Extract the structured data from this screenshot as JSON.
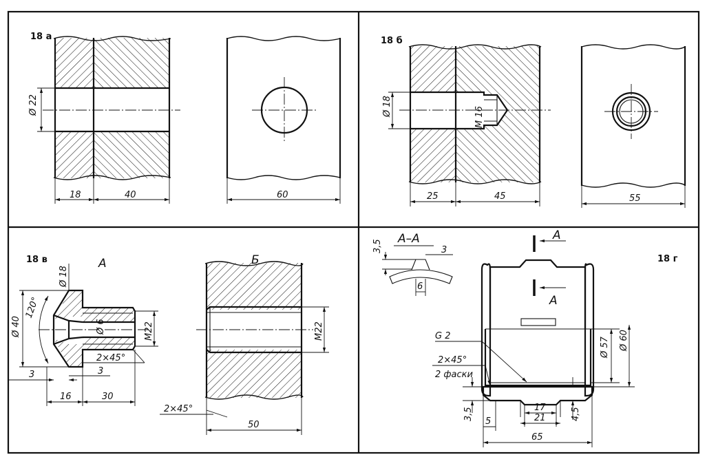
{
  "panels": {
    "a": {
      "label": "18 а",
      "d1": "Ø 22",
      "l1": "18",
      "l2": "40",
      "w": "60"
    },
    "b": {
      "label": "18 б",
      "d1": "Ø 18",
      "thread": "М 16",
      "l1": "25",
      "l2": "45",
      "w": "55"
    },
    "v": {
      "label": "18 в",
      "partA": "А",
      "partB": "Б",
      "d18": "Ø 18",
      "d40": "Ø 40",
      "ang": "120°",
      "d6": "Ø 6",
      "m22a": "М22",
      "ch1": "2×45°",
      "s3a": "3",
      "s3b": "3",
      "l16": "16",
      "l30": "30",
      "m22b": "М22",
      "ch2": "2×45°",
      "l50": "50"
    },
    "g": {
      "label": "18 г",
      "sec": "А–А",
      "h35": "3,5",
      "t3": "3",
      "t6": "6",
      "cutA1": "А",
      "cutA2": "А",
      "thread": "G 2",
      "ch": "2×45°",
      "ch2": "2 фаски",
      "d57": "Ø 57",
      "d60": "Ø 60",
      "b35": "3,5",
      "b5": "5",
      "b17": "17",
      "b21": "21",
      "b45": "4,5",
      "b65": "65"
    }
  }
}
